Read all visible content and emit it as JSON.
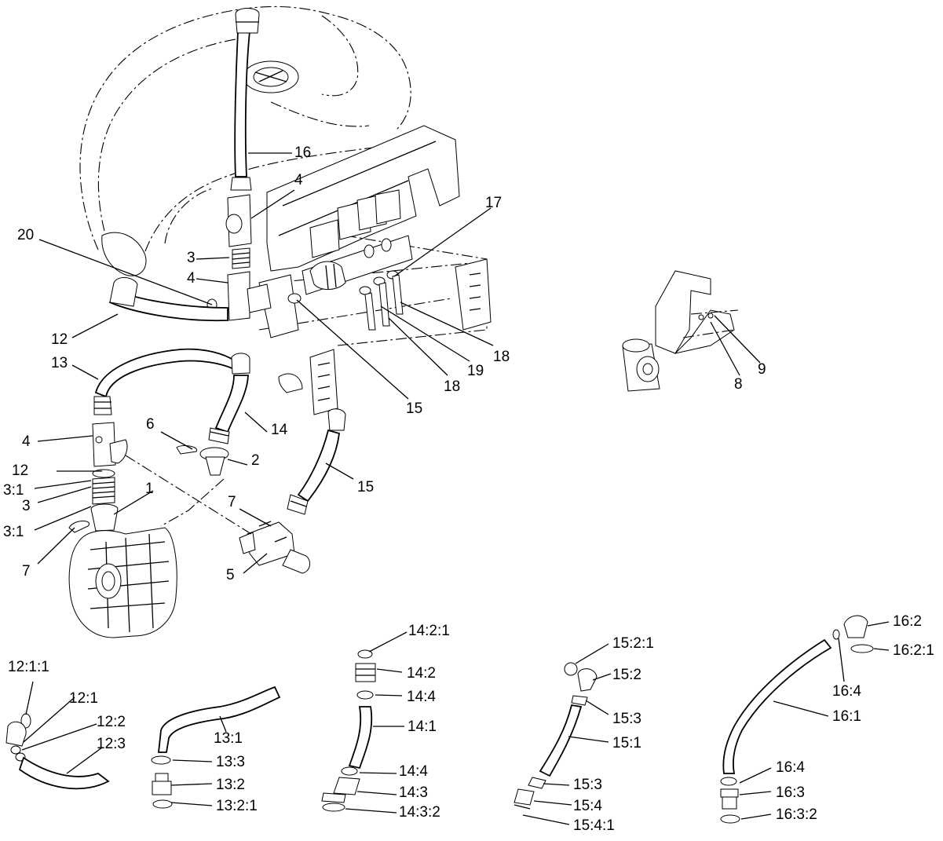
{
  "labels": [
    "1",
    "2",
    "3",
    "3",
    "3:1",
    "3:1",
    "4",
    "4",
    "4",
    "5",
    "6",
    "7",
    "7",
    "8",
    "9",
    "12",
    "12",
    "13",
    "14",
    "15",
    "15",
    "16",
    "17",
    "18",
    "18",
    "19",
    "20",
    "12:1:1",
    "12:1",
    "12:2",
    "12:3",
    "13:1",
    "13:2",
    "13:2:1",
    "13:3",
    "14:2:1",
    "14:2",
    "14:4",
    "14:1",
    "14:4",
    "14:3",
    "14:3:2",
    "15:2:1",
    "15:2",
    "15:3",
    "15:1",
    "15:3",
    "15:4",
    "15:4:1",
    "16:2",
    "16:2:1",
    "16:4",
    "16:1",
    "16:4",
    "16:3",
    "16:3:2"
  ]
}
